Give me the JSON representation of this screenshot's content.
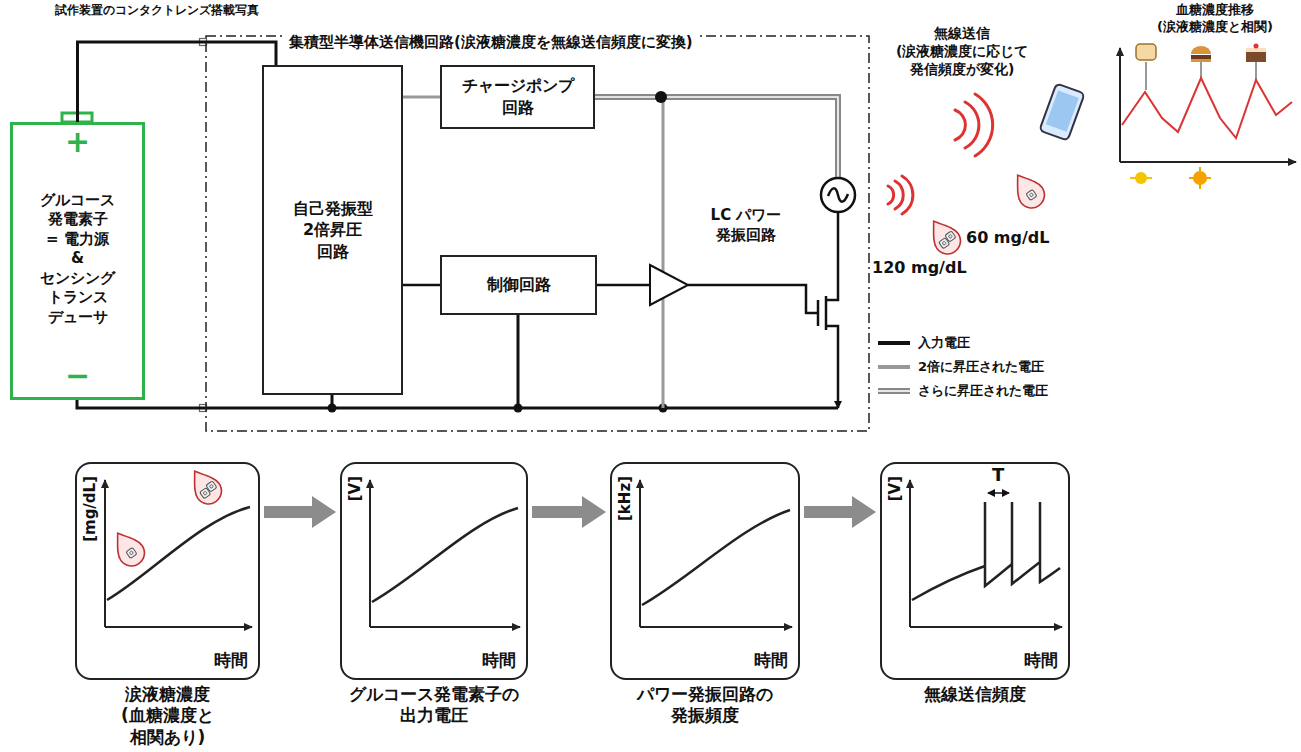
{
  "diagram": {
    "nodes": [
      {
        "text": [
          "+",
          "グルコース 発電素子 = 電力源 & センシング トランス デューサ",
          "−"
        ]
      },
      {
        "text": [
          "集積型半導体送信機回路(涙液糖濃度を無線送信頻度に変換)"
        ]
      },
      {
        "text": [
          "自己発振型 2倍昇圧 回路"
        ],
        "in": 1
      },
      {
        "text": [
          "チャージポンプ 回路"
        ],
        "in": 1
      },
      {
        "text": [
          "制御回路"
        ],
        "in": 1
      },
      {
        "text": [
          "[mg/dL]",
          "時間",
          "涙液糖濃度(血糖濃度と 相関あり)"
        ]
      },
      {
        "text": [
          "[V]",
          "時間",
          "グルコース発電素子の 出力電圧"
        ]
      },
      {
        "text": [
          "[kHz]",
          "時間",
          "パワー発振回路の 発振頻度"
        ]
      },
      {
        "text": [
          "[V]",
          "時間",
          "無線送信頻度"
        ]
      }
    ],
    "edges": [
      {
        "from": 0,
        "to": 2,
        "arrow": "none"
      },
      {
        "from": 2,
        "to": 3,
        "arrow": "none"
      },
      {
        "from": 2,
        "to": 4,
        "arrow": "none"
      },
      {
        "from": 5,
        "to": 6,
        "arrow": "to"
      },
      {
        "from": 6,
        "to": 7,
        "arrow": "to"
      },
      {
        "from": 7,
        "to": 8,
        "arrow": "to"
      }
    ],
    "labels": [
      "試作装置のコンタクトレンズ搭載写真",
      "LC パワー 発振回路",
      "無線送信 (涙液糖濃度に応じて 発信頻度が変化)",
      "60 mg/dL",
      "120 mg/dL",
      "血糖濃度推移 (涙液糖濃度と相関)",
      "T"
    ],
    "legend": [
      {
        "text": "入力電圧"
      },
      {
        "text": "2倍に昇圧された電圧"
      },
      {
        "text": "さらに昇圧された電圧"
      }
    ]
  }
}
